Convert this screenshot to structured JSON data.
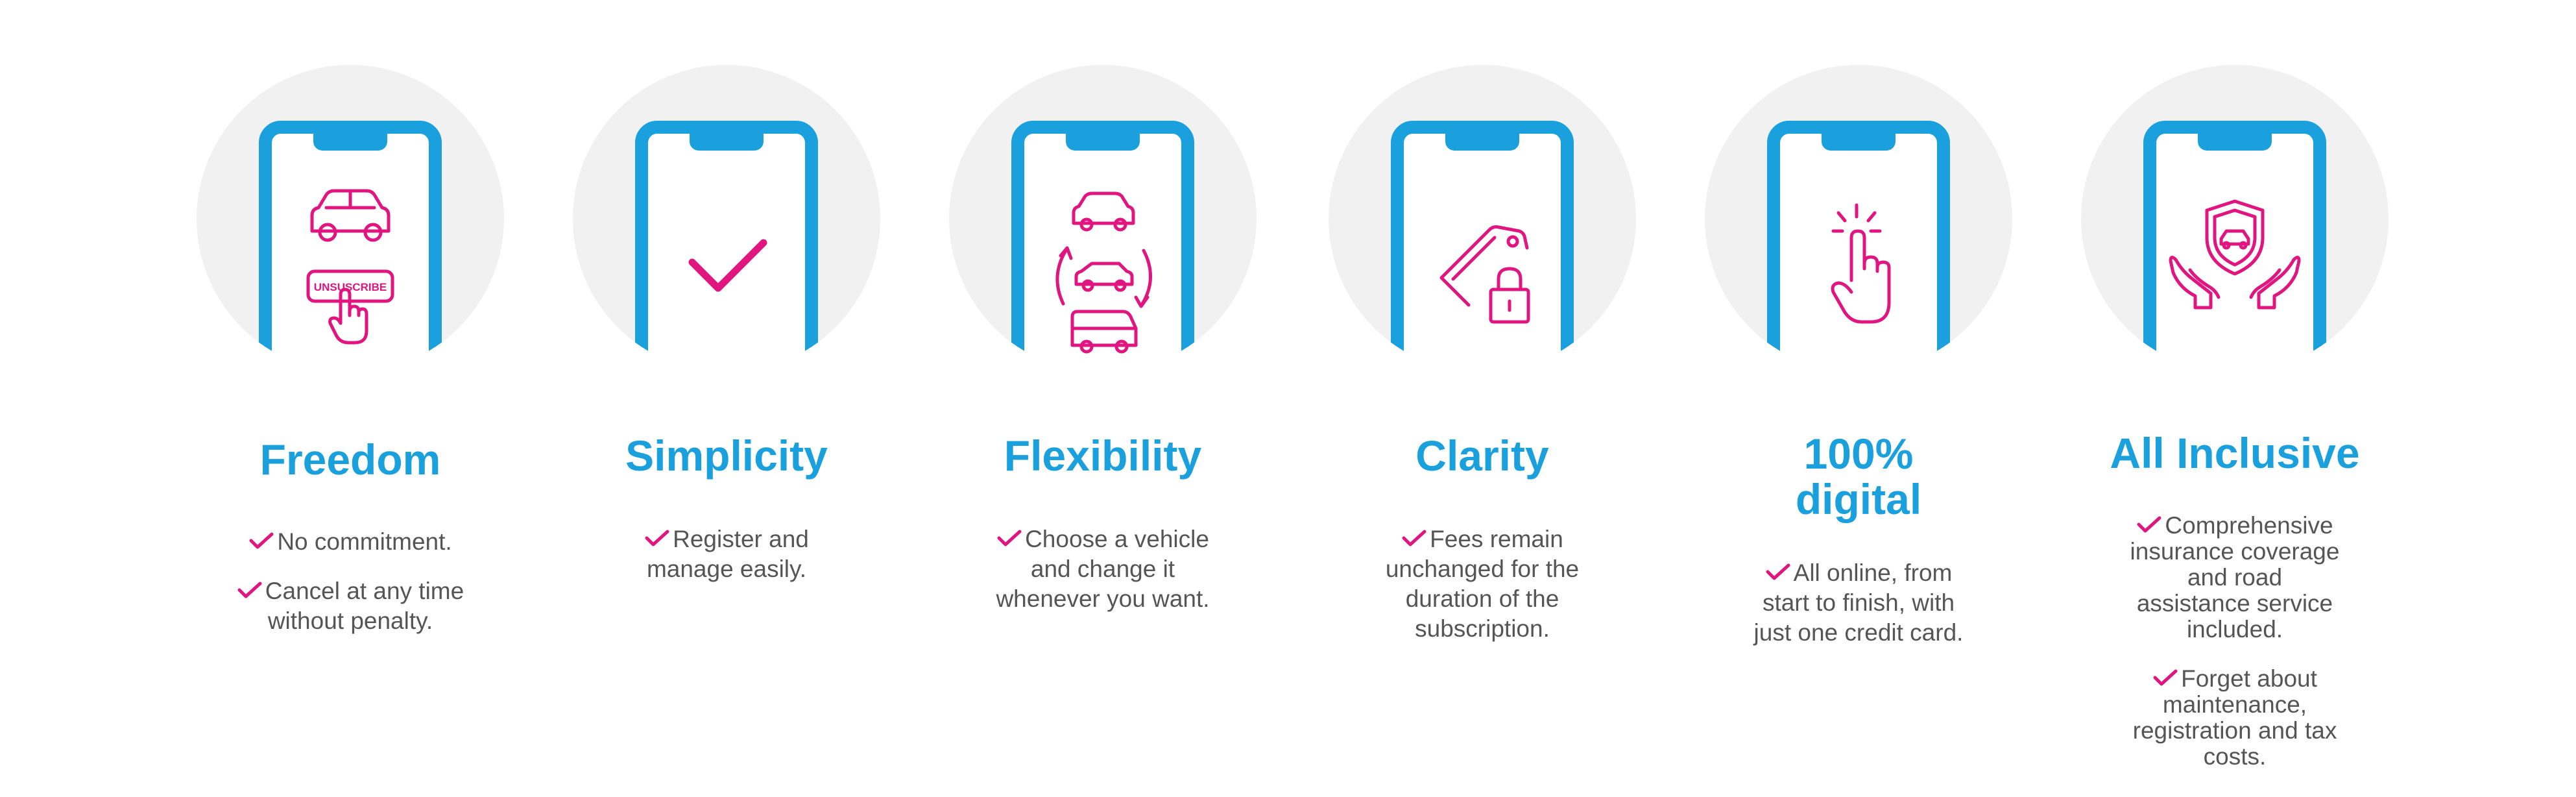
{
  "colors": {
    "accent_blue": "#1aa0dc",
    "accent_magenta": "#e0157f",
    "circle_bg": "#f1f1f1",
    "text_gray": "#555555"
  },
  "features": [
    {
      "title": "Freedom",
      "icon": "car-unsubscribe-icon",
      "icon_label": "UNSUSCRIBE",
      "points": [
        "No commitment.",
        "Cancel at any time without penalty."
      ]
    },
    {
      "title": "Simplicity",
      "icon": "checkmark-icon",
      "points": [
        "Register and manage easily."
      ]
    },
    {
      "title": "Flexibility",
      "icon": "vehicle-switch-icon",
      "points": [
        "Choose a vehicle and change it whenever you want."
      ]
    },
    {
      "title": "Clarity",
      "icon": "price-tag-lock-icon",
      "points": [
        "Fees remain unchanged for the duration of the subscription."
      ]
    },
    {
      "title": "100% digital",
      "icon": "tap-hand-icon",
      "points": [
        "All online, from start to finish, with just one credit card."
      ]
    },
    {
      "title": "All Inclusive",
      "icon": "hands-shield-car-icon",
      "points": [
        "Comprehensive insurance coverage and road assistance service included.",
        "Forget about maintenance, registration and tax costs."
      ]
    }
  ]
}
